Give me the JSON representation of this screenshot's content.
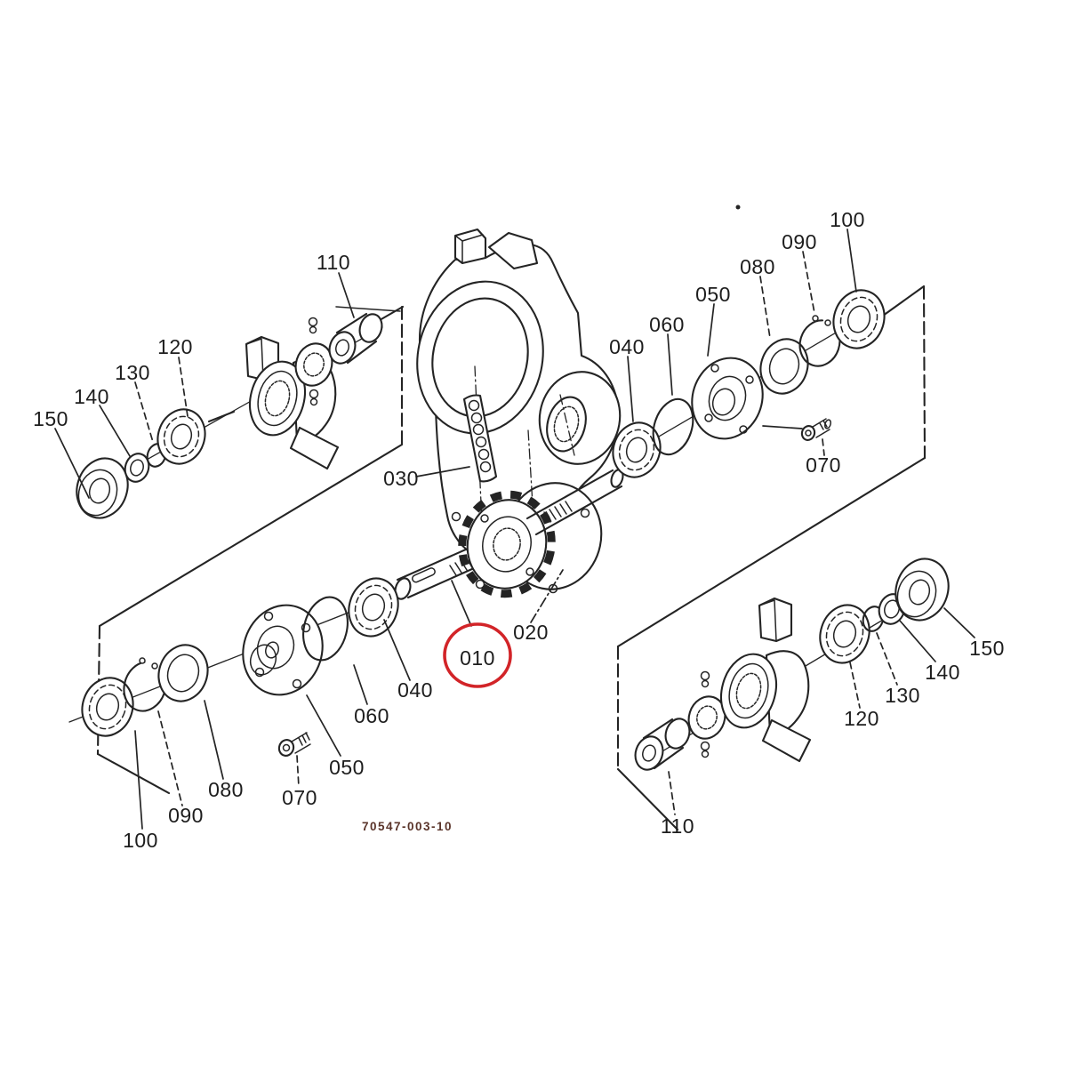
{
  "diagram": {
    "kind": "exploded-parts-diagram",
    "background": "#ffffff",
    "ink_color": "#242424"
  },
  "highlight": {
    "part": "010",
    "color": "#d22428"
  },
  "footer": {
    "drawing_number": "70547-003-10"
  },
  "callouts": [
    {
      "id": "upper-left-110",
      "text": "110"
    },
    {
      "id": "upper-left-120",
      "text": "120"
    },
    {
      "id": "upper-left-130",
      "text": "130"
    },
    {
      "id": "upper-left-140",
      "text": "140"
    },
    {
      "id": "upper-left-150",
      "text": "150"
    },
    {
      "id": "chain-030",
      "text": "030"
    },
    {
      "id": "top-040",
      "text": "040"
    },
    {
      "id": "top-060",
      "text": "060"
    },
    {
      "id": "top-050",
      "text": "050"
    },
    {
      "id": "top-080",
      "text": "080"
    },
    {
      "id": "top-090",
      "text": "090"
    },
    {
      "id": "top-100",
      "text": "100"
    },
    {
      "id": "top-070",
      "text": "070"
    },
    {
      "id": "center-020",
      "text": "020"
    },
    {
      "id": "center-010",
      "text": "010"
    },
    {
      "id": "bottom-040",
      "text": "040"
    },
    {
      "id": "bottom-060",
      "text": "060"
    },
    {
      "id": "bottom-050",
      "text": "050"
    },
    {
      "id": "bottom-070",
      "text": "070"
    },
    {
      "id": "bottom-080",
      "text": "080"
    },
    {
      "id": "bottom-090",
      "text": "090"
    },
    {
      "id": "bottom-100",
      "text": "100"
    },
    {
      "id": "right-110",
      "text": "110"
    },
    {
      "id": "right-120",
      "text": "120"
    },
    {
      "id": "right-130",
      "text": "130"
    },
    {
      "id": "right-140",
      "text": "140"
    },
    {
      "id": "right-150",
      "text": "150"
    }
  ]
}
